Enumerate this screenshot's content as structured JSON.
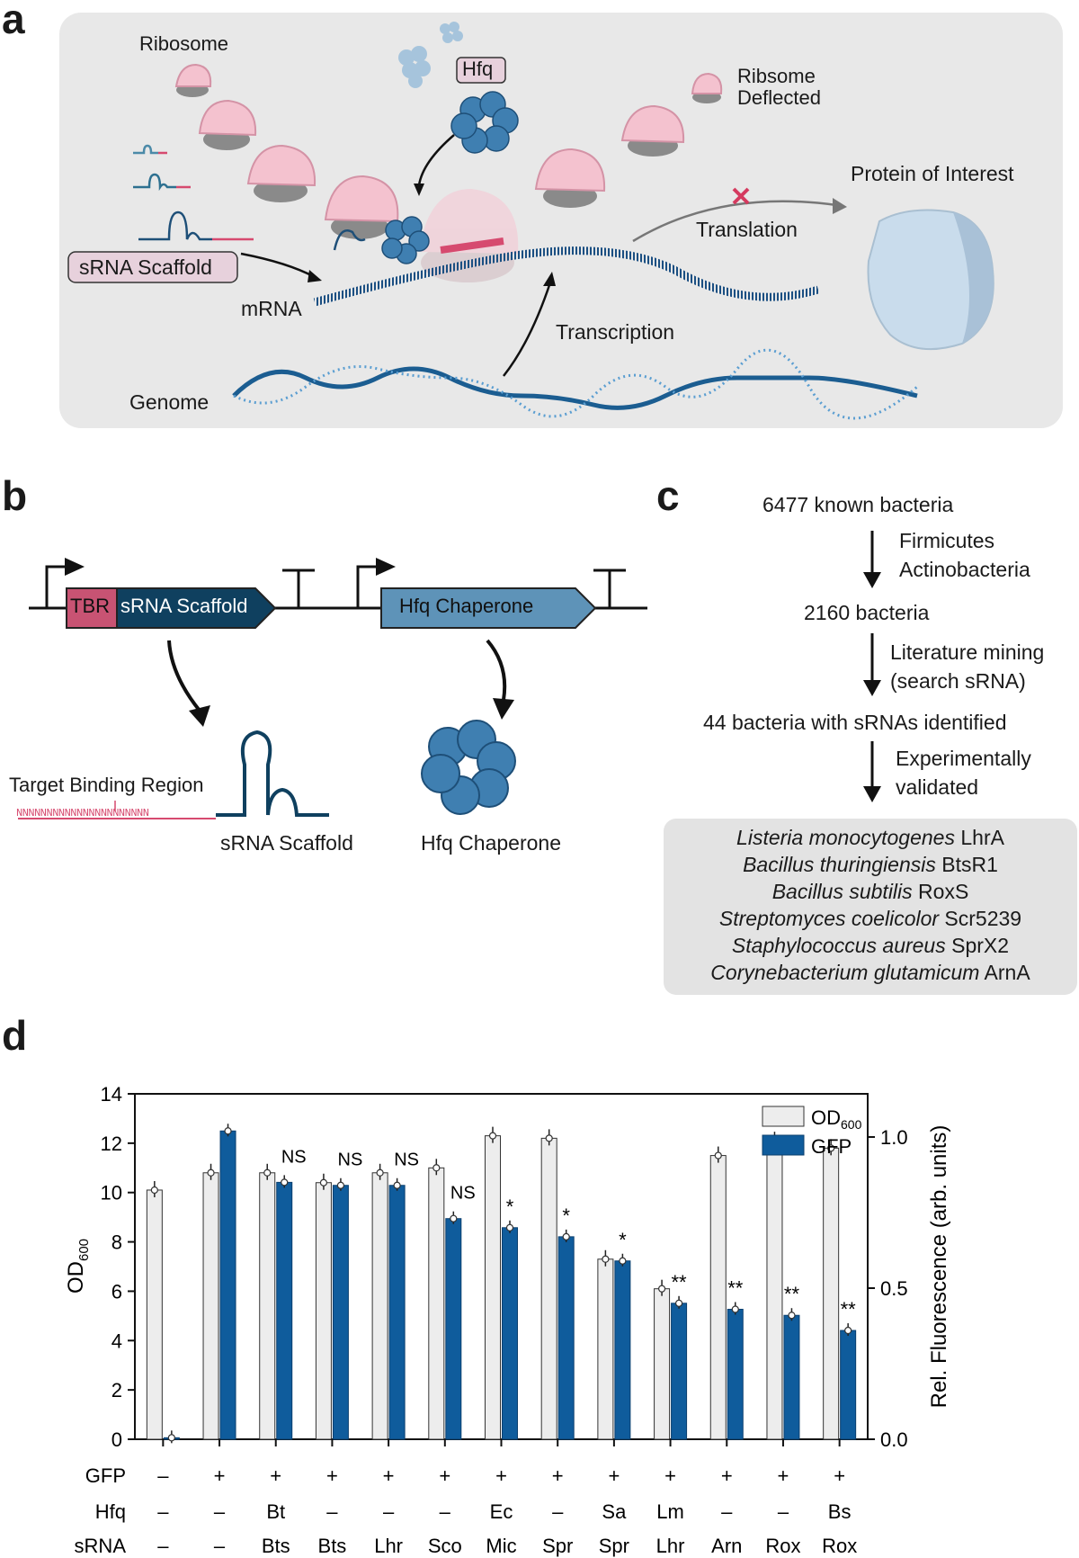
{
  "panel_labels": {
    "a": "a",
    "b": "b",
    "c": "c",
    "d": "d"
  },
  "panel_a": {
    "ribosome": "Ribosome",
    "hfq": "Hfq",
    "ribosome_deflected_1": "Ribsome",
    "ribosome_deflected_2": "Deflected",
    "protein_of_interest": "Protein of Interest",
    "translation": "Translation",
    "srna_scaffold": "sRNA Scaffold",
    "mrna": "mRNA",
    "transcription": "Transcription",
    "genome": "Genome"
  },
  "panel_b": {
    "tbr": "TBR",
    "srna_scaffold_block": "sRNA Scaffold",
    "hfq_block": "Hfq Chaperone",
    "target_binding_region": "Target Binding Region",
    "n_sequence": "NNNNNNNNNNNNNNNNNNNNNN",
    "srna_scaffold_label": "sRNA Scaffold",
    "hfq_chaperone_label": "Hfq Chaperone"
  },
  "panel_c": {
    "step1": "6477 known bacteria",
    "filter1a": "Firmicutes",
    "filter1b": "Actinobacteria",
    "step2": "2160 bacteria",
    "filter2a": "Literature mining",
    "filter2b": "(search sRNA)",
    "step3": "44 bacteria with sRNAs identified",
    "filter3a": "Experimentally",
    "filter3b": "validated",
    "results": [
      {
        "species": "Listeria monocytogenes",
        "srna": " LhrA"
      },
      {
        "species": "Bacillus thuringiensis",
        "srna": " BtsR1"
      },
      {
        "species": "Bacillus subtilis",
        "srna": " RoxS"
      },
      {
        "species": "Streptomyces coelicolor",
        "srna": " Scr5239"
      },
      {
        "species": "Staphylococcus aureus",
        "srna": " SprX2"
      },
      {
        "species": "Corynebacterium glutamicum",
        "srna": " ArnA"
      }
    ]
  },
  "chart_data": {
    "type": "bar",
    "ylabel_left": "OD",
    "ylabel_left_sub": "600",
    "ylabel_right": "Rel. Fluorescence (arb. units)",
    "ylim_left": [
      0,
      14
    ],
    "ylim_right": [
      0,
      1.1428
    ],
    "yticks_left": [
      "0",
      "2",
      "4",
      "6",
      "8",
      "10",
      "12",
      "14"
    ],
    "yticks_right": [
      "0.0",
      "0.5",
      "1.0"
    ],
    "legend": {
      "od": "OD",
      "od_sub": "600",
      "gfp": "GFP"
    },
    "legend_placement": "top-right",
    "colors": {
      "od": "#ededed",
      "gfp": "#0f5c9c"
    },
    "rows": {
      "gfp_label": "GFP",
      "hfq_label": "Hfq",
      "srna_label": "sRNA",
      "gfp": [
        "–",
        "+",
        "+",
        "+",
        "+",
        "+",
        "+",
        "+",
        "+",
        "+",
        "+",
        "+",
        "+"
      ],
      "hfq": [
        "–",
        "–",
        "Bt",
        "–",
        "–",
        "–",
        "Ec",
        "–",
        "Sa",
        "Lm",
        "–",
        "–",
        "Bs"
      ],
      "srna": [
        "–",
        "–",
        "Bts",
        "Bts",
        "Lhr",
        "Sco",
        "Mic",
        "Spr",
        "Spr",
        "Lhr",
        "Arn",
        "Rox",
        "Rox"
      ]
    },
    "series": [
      {
        "name": "OD600",
        "axis": "left",
        "values": [
          10.1,
          10.8,
          10.8,
          10.4,
          10.8,
          11.0,
          12.3,
          12.2,
          7.3,
          6.1,
          11.5,
          12.1,
          11.8
        ]
      },
      {
        "name": "GFP",
        "axis": "right",
        "values": [
          0.005,
          1.02,
          0.85,
          0.84,
          0.84,
          0.73,
          0.7,
          0.67,
          0.59,
          0.45,
          0.43,
          0.41,
          0.36
        ]
      }
    ],
    "significance": [
      "",
      "",
      "NS",
      "NS",
      "NS",
      "NS",
      "*",
      "*",
      "*",
      "**",
      "**",
      "**",
      "**"
    ]
  }
}
